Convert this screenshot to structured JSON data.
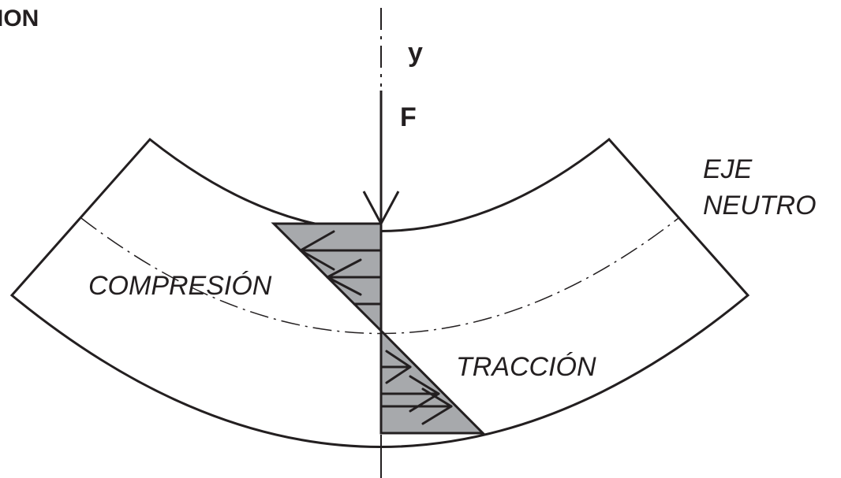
{
  "title": "ION",
  "labels": {
    "axis_y": "y",
    "force": "F",
    "neutral_axis_line1": "EJE",
    "neutral_axis_line2": "NEUTRO",
    "compression": "COMPRESIÓN",
    "traction": "TRACCIÓN"
  },
  "colors": {
    "stroke": "#231f20",
    "stress_fill": "#a7a9ac",
    "background": "#ffffff"
  }
}
